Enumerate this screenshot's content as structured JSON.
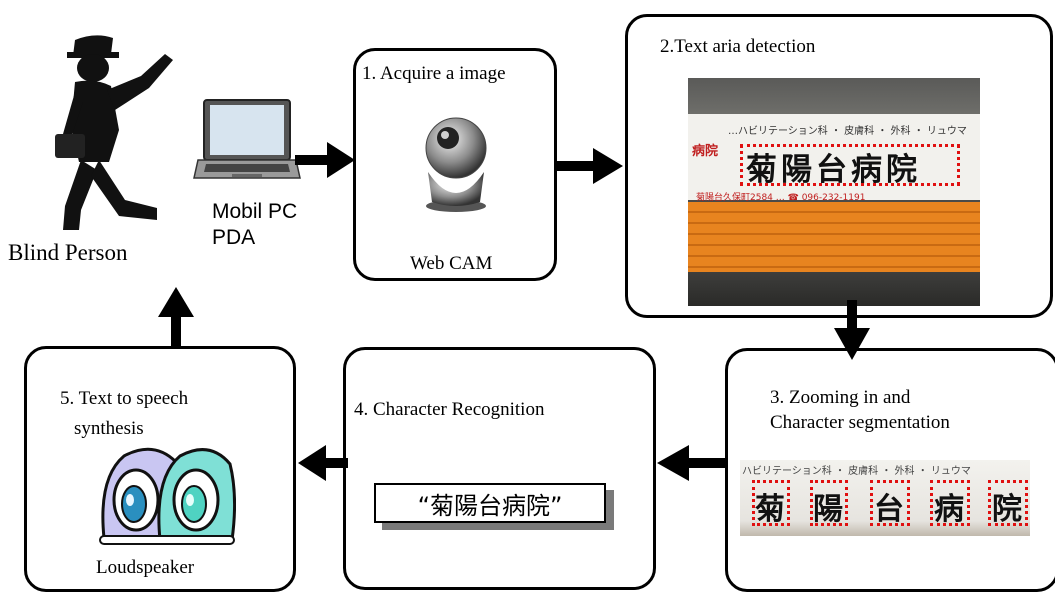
{
  "person": {
    "label": "Blind Person"
  },
  "device": {
    "line1": "Mobil PC",
    "line2": "PDA"
  },
  "step1": {
    "title": "1. Acquire a image",
    "caption": "Web CAM"
  },
  "step2": {
    "title": "2.Text aria detection",
    "sign_top": "…ハビリテーション科 ・ 皮膚科 ・ 外科 ・ リュウマ",
    "sign_left": "病院",
    "sign_main": "菊陽台病院",
    "sign_bottom": "菊陽台久保町2584 …  ☎ 096-232-1191"
  },
  "step3": {
    "title_line1": "3. Zooming in and",
    "title_line2": "Character segmentation",
    "strip_top": "ハビリテーション科 ・ 皮膚科 ・ 外科 ・ リュウマ",
    "chars": [
      "菊",
      "陽",
      "台",
      "病",
      "院"
    ]
  },
  "step4": {
    "title": "4. Character Recognition",
    "result": "“菊陽台病院”"
  },
  "step5": {
    "title_line1": "5. Text to speech",
    "title_line2": "synthesis",
    "caption": "Loudspeaker"
  },
  "icons": [
    "person-silhouette-icon",
    "laptop-icon",
    "webcam-icon",
    "loudspeaker-icon"
  ],
  "colors": {
    "arrow": "#000000",
    "detection_frame": "#e01010",
    "sign_orange": "#e8841f"
  }
}
